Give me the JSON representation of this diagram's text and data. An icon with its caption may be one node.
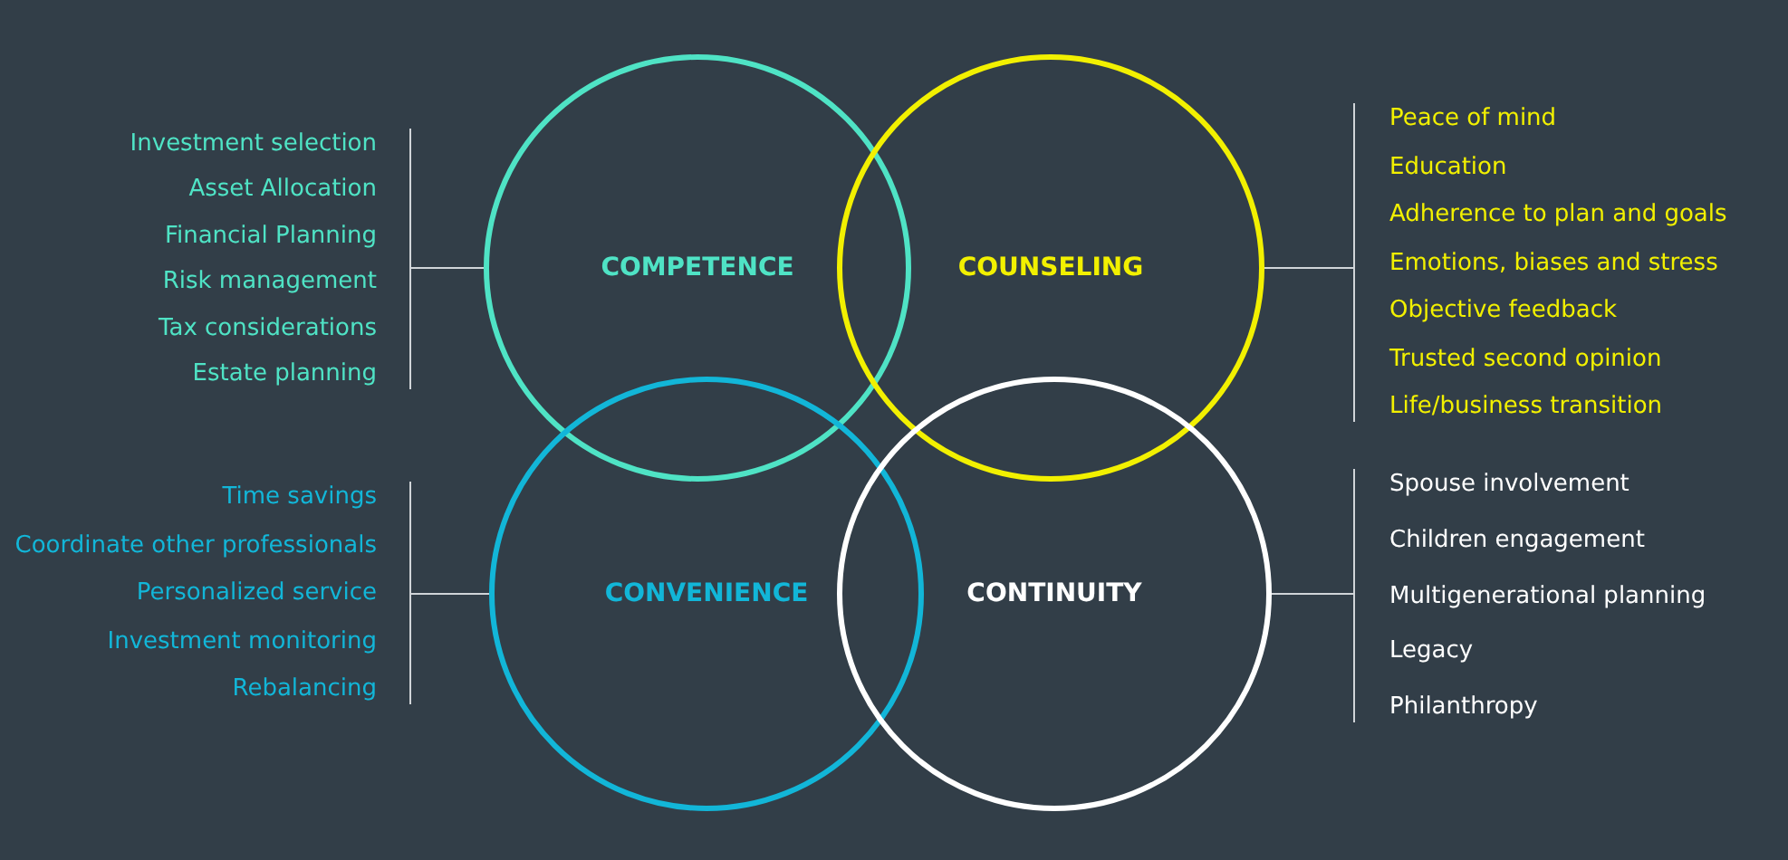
{
  "diagram": {
    "nodes": [
      {
        "text": [
          "Investment selection",
          "Asset Allocation",
          "Financial Planning",
          "Risk management",
          "Tax considerations",
          "Estate planning"
        ]
      },
      {
        "text": [
          "COMPETENCE"
        ]
      },
      {
        "text": [
          "COUNSELING"
        ]
      },
      {
        "text": [
          "Peace of mind",
          "Education",
          "Adherence to plan and goals",
          "Emotions, biases and stress",
          "Objective feedback",
          "Trusted second opinion",
          "Life/business transition"
        ]
      },
      {
        "text": [
          "Time savings",
          "Coordinate other professionals",
          "Personalized service",
          "Investment monitoring",
          "Rebalancing"
        ]
      },
      {
        "text": [
          "CONVENIENCE"
        ]
      },
      {
        "text": [
          "CONTINUITY"
        ]
      },
      {
        "text": [
          "Spouse involvement",
          "Children engagement",
          "Multigenerational planning",
          "Legacy",
          "Philanthropy"
        ]
      }
    ],
    "edges": [
      {
        "from": 0,
        "to": 1,
        "arrow": "none"
      },
      {
        "from": 3,
        "to": 2,
        "arrow": "none"
      },
      {
        "from": 4,
        "to": 5,
        "arrow": "none"
      },
      {
        "from": 7,
        "to": 6,
        "arrow": "none"
      }
    ]
  }
}
